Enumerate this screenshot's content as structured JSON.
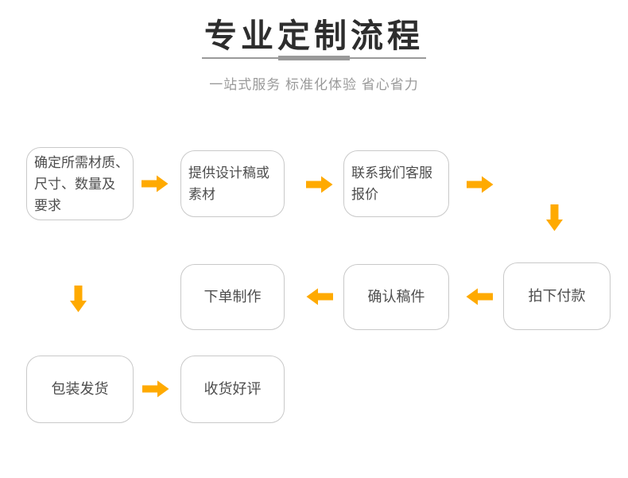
{
  "header": {
    "title": "专业定制流程",
    "subtitle": "一站式服务 标准化体验 省心省力"
  },
  "colors": {
    "arrow": "#FFAA00",
    "title_text": "#2D2D2D",
    "subtitle_text": "#9A9A9A",
    "divider": "#9A9A9A",
    "box_border": "#C9C9C9",
    "box_text": "#4D4D4D",
    "background": "#FFFFFF"
  },
  "icons": {
    "arrow_right": "→",
    "arrow_left": "←",
    "arrow_down": "↓"
  },
  "flow": {
    "steps": [
      {
        "order": 1,
        "label": "确定所需材质、\n尺寸、数量及\n要求"
      },
      {
        "order": 2,
        "label": "提供设计稿或\n素材"
      },
      {
        "order": 3,
        "label": "联系我们客服\n报价"
      },
      {
        "order": 4,
        "label": "拍下付款"
      },
      {
        "order": 5,
        "label": "确认稿件"
      },
      {
        "order": 6,
        "label": "下单制作"
      },
      {
        "order": 7,
        "label": "包装发货"
      },
      {
        "order": 8,
        "label": "收货好评"
      }
    ]
  }
}
